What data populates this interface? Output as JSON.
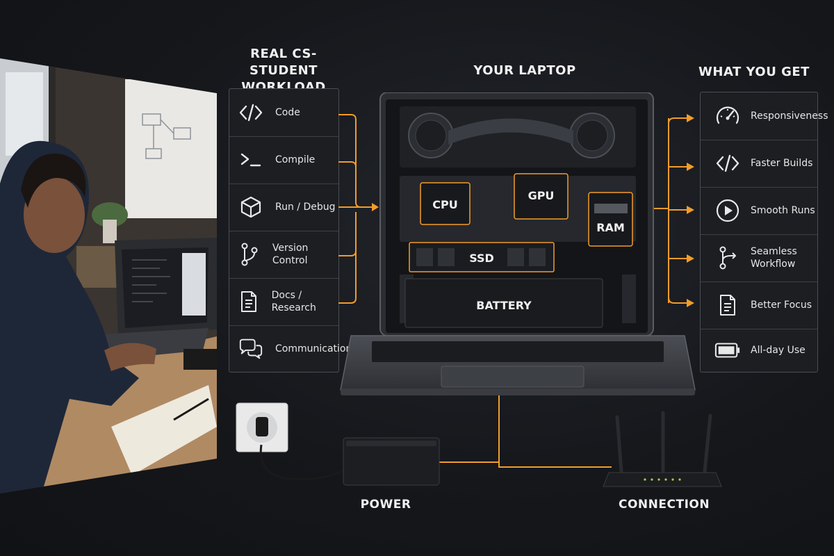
{
  "headings": {
    "workload_line1": "REAL CS-STUDENT",
    "workload_line2": "WORKLOAD",
    "laptop": "YOUR LAPTOP",
    "benefits": "WHAT YOU GET"
  },
  "workload": [
    {
      "icon": "code-icon",
      "label": "Code"
    },
    {
      "icon": "terminal-icon",
      "label": "Compile"
    },
    {
      "icon": "cube-icon",
      "label": "Run / Debug"
    },
    {
      "icon": "branch-icon",
      "label": "Version Control"
    },
    {
      "icon": "document-icon",
      "label": "Docs / Research"
    },
    {
      "icon": "chat-icon",
      "label": "Communication"
    }
  ],
  "components": {
    "cpu": "CPU",
    "gpu": "GPU",
    "ram": "RAM",
    "ssd": "SSD",
    "battery": "BATTERY"
  },
  "benefits": [
    {
      "icon": "speedometer-icon",
      "label": "Responsiveness"
    },
    {
      "icon": "code-icon",
      "label": "Faster Builds"
    },
    {
      "icon": "play-icon",
      "label": "Smooth Runs"
    },
    {
      "icon": "branch-icon",
      "label": "Seamless Workflow"
    },
    {
      "icon": "document-icon",
      "label": "Better Focus"
    },
    {
      "icon": "battery-icon",
      "label": "All-day Use"
    }
  ],
  "bottom": {
    "power": "POWER",
    "connection": "CONNECTION"
  },
  "colors": {
    "accent": "#f39c2a",
    "background": "#15171b",
    "panel": "#1c1e22"
  }
}
